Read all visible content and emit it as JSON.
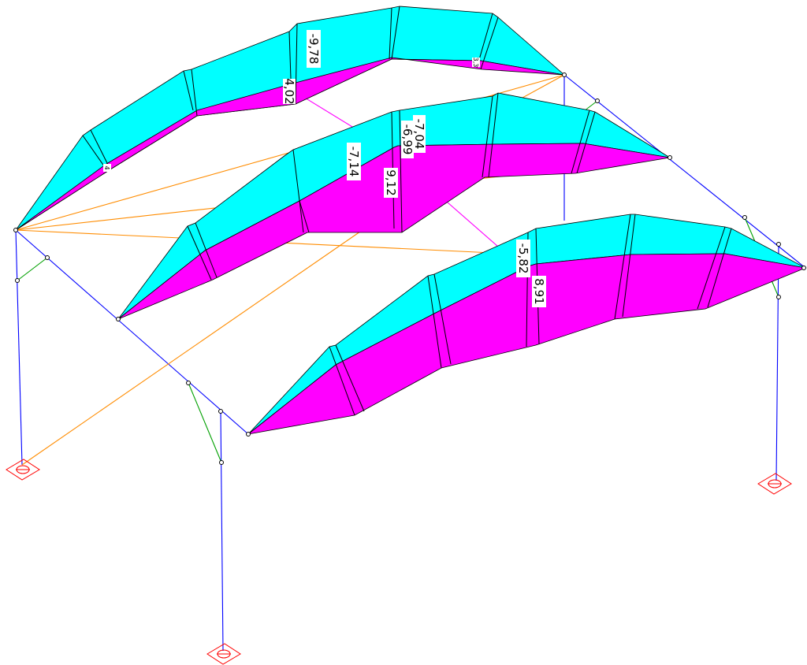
{
  "colors": {
    "background": "#ffffff",
    "negative_moment": "#00ffff",
    "positive_moment": "#ff00ff",
    "frame": "#0000ff",
    "bracing": "#ff8c00",
    "ridge_tie": "#ff00ff",
    "knee_brace": "#00a000",
    "support": "#ff0000",
    "outline": "#000000"
  },
  "moment_labels": {
    "back_negative": "-9,78",
    "back_positive": "4,02",
    "back_small": "4",
    "back_tiny": "3,3",
    "middle_negative": "-7,14",
    "middle_positive": "9,12",
    "middle_negative_2": "-6,99",
    "middle_negative_3": "-7,04",
    "front_negative": "-5,82",
    "front_positive": "8,91"
  }
}
